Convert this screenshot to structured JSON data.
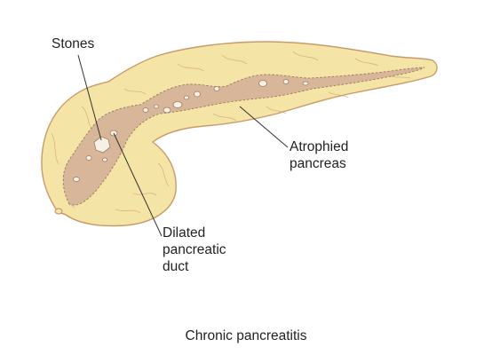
{
  "labels": {
    "stones": "Stones",
    "atrophied_pancreas": [
      "Atrophied",
      "pancreas"
    ],
    "dilated_duct": [
      "Dilated",
      "pancreatic",
      "duct"
    ]
  },
  "caption": "Chronic pancreatitis",
  "colors": {
    "pancreas_fill": "#f4e4a6",
    "pancreas_outline": "#c99a6a",
    "duct_fill": "#d8b69a",
    "duct_outline": "#9f7e62",
    "stone_fill": "#f7f0e6",
    "leader_line": "#333333"
  }
}
